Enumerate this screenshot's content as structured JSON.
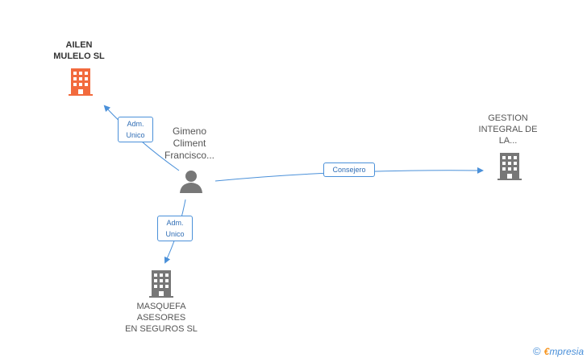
{
  "nodes": {
    "ailen": {
      "label": "AILEN\nMULELO SL",
      "color": "#f26a3d"
    },
    "person": {
      "label": "Gimeno\nCliment\nFrancisco...",
      "color": "#777777"
    },
    "gestion": {
      "label": "GESTION\nINTEGRAL DE\nLA...",
      "color": "#777777"
    },
    "masquefa": {
      "label": "MASQUEFA\nASESORES\nEN SEGUROS  SL",
      "color": "#777777"
    }
  },
  "edges": {
    "to_ailen": {
      "label": "Adm.\nUnico"
    },
    "to_gestion": {
      "label": "Consejero"
    },
    "to_masquefa": {
      "label": "Adm.\nUnico"
    }
  },
  "footer": {
    "copyright": "©",
    "brand_first": "€",
    "brand_rest": "mpresia"
  },
  "colors": {
    "edge": "#4a90d9"
  }
}
